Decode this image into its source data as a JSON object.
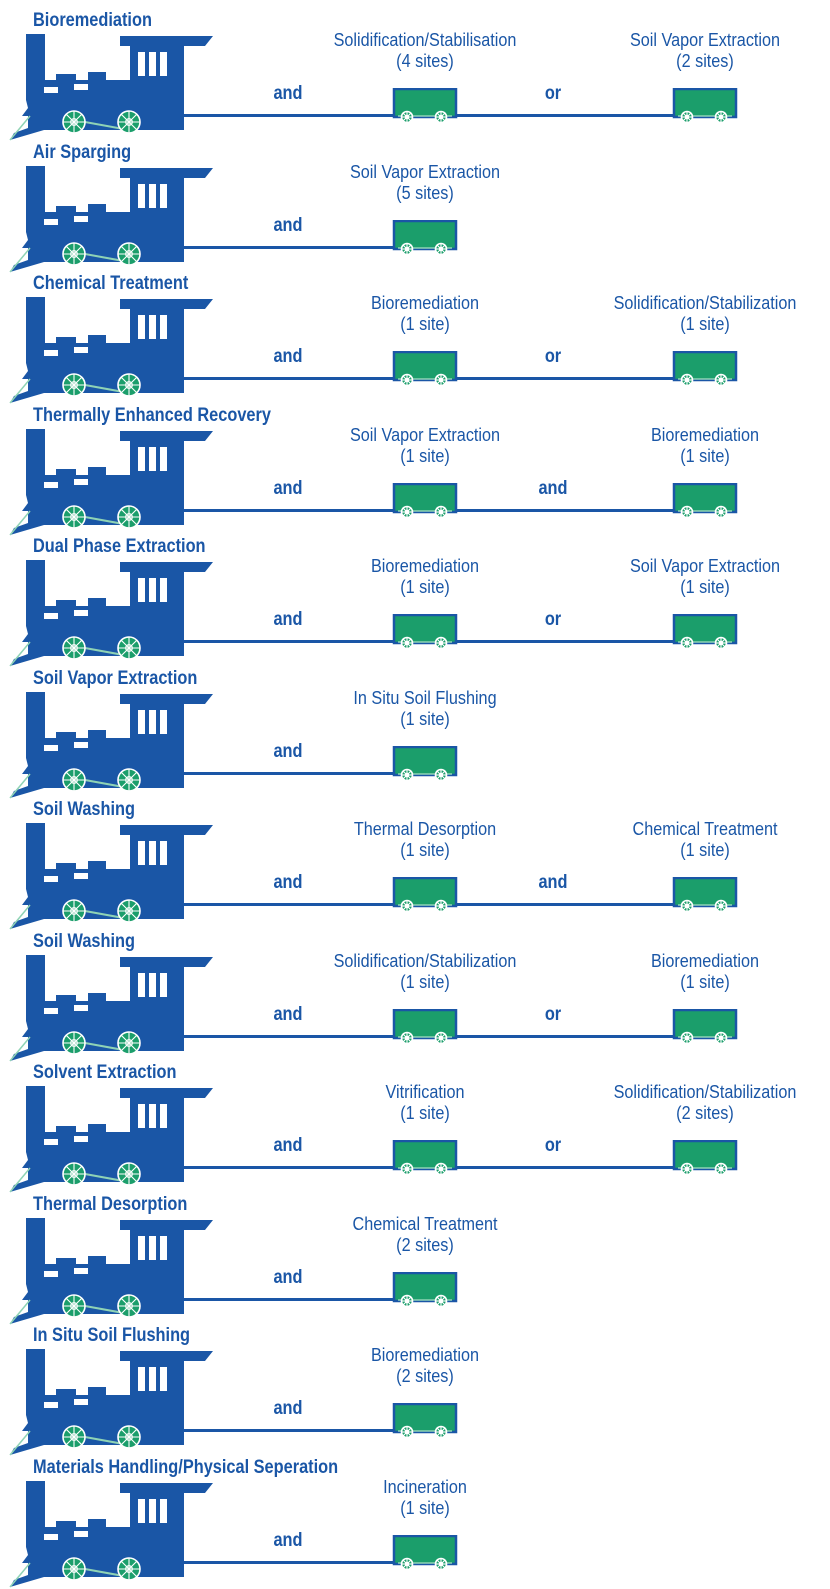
{
  "colors": {
    "blue": "#1a56a6",
    "green": "#1b9e6b",
    "light_green": "#8fd3b5",
    "white": "#ffffff"
  },
  "icons": {
    "engine": "locomotive-icon",
    "car": "train-car-icon"
  },
  "rows": [
    {
      "title": "Bioremediation",
      "cars": [
        {
          "name": "Solidification/Stabilisation",
          "sites": "(4 sites)"
        },
        {
          "name": "Soil Vapor Extraction",
          "sites": "(2 sites)"
        }
      ],
      "connectors": [
        "and",
        "or"
      ]
    },
    {
      "title": "Air Sparging",
      "cars": [
        {
          "name": "Soil Vapor Extraction",
          "sites": "(5 sites)"
        }
      ],
      "connectors": [
        "and"
      ]
    },
    {
      "title": "Chemical Treatment",
      "cars": [
        {
          "name": "Bioremediation",
          "sites": "(1 site)"
        },
        {
          "name": "Solidification/Stabilization",
          "sites": "(1 site)"
        }
      ],
      "connectors": [
        "and",
        "or"
      ]
    },
    {
      "title": "Thermally Enhanced Recovery",
      "cars": [
        {
          "name": "Soil Vapor Extraction",
          "sites": "(1 site)"
        },
        {
          "name": "Bioremediation",
          "sites": "(1 site)"
        }
      ],
      "connectors": [
        "and",
        "and"
      ]
    },
    {
      "title": "Dual Phase Extraction",
      "cars": [
        {
          "name": "Bioremediation",
          "sites": "(1 site)"
        },
        {
          "name": "Soil Vapor Extraction",
          "sites": "(1 site)"
        }
      ],
      "connectors": [
        "and",
        "or"
      ]
    },
    {
      "title": "Soil Vapor Extraction",
      "cars": [
        {
          "name": "In Situ Soil Flushing",
          "sites": "(1 site)"
        }
      ],
      "connectors": [
        "and"
      ]
    },
    {
      "title": "Soil Washing",
      "cars": [
        {
          "name": "Thermal Desorption",
          "sites": "(1 site)"
        },
        {
          "name": "Chemical Treatment",
          "sites": "(1 site)"
        }
      ],
      "connectors": [
        "and",
        "and"
      ]
    },
    {
      "title": "Soil Washing",
      "cars": [
        {
          "name": "Solidification/Stabilization",
          "sites": "(1 site)"
        },
        {
          "name": "Bioremediation",
          "sites": "(1 site)"
        }
      ],
      "connectors": [
        "and",
        "or"
      ]
    },
    {
      "title": "Solvent Extraction",
      "cars": [
        {
          "name": "Vitrification",
          "sites": "(1 site)"
        },
        {
          "name": "Solidification/Stabilization",
          "sites": "(2 sites)"
        }
      ],
      "connectors": [
        "and",
        "or"
      ]
    },
    {
      "title": "Thermal Desorption",
      "cars": [
        {
          "name": "Chemical Treatment",
          "sites": "(2 sites)"
        }
      ],
      "connectors": [
        "and"
      ]
    },
    {
      "title": "In Situ Soil Flushing",
      "cars": [
        {
          "name": "Bioremediation",
          "sites": "(2 sites)"
        }
      ],
      "connectors": [
        "and"
      ]
    },
    {
      "title": "Materials Handling/Physical Seperation",
      "cars": [
        {
          "name": "Incineration",
          "sites": "(1 site)"
        }
      ],
      "connectors": [
        "and"
      ]
    }
  ]
}
